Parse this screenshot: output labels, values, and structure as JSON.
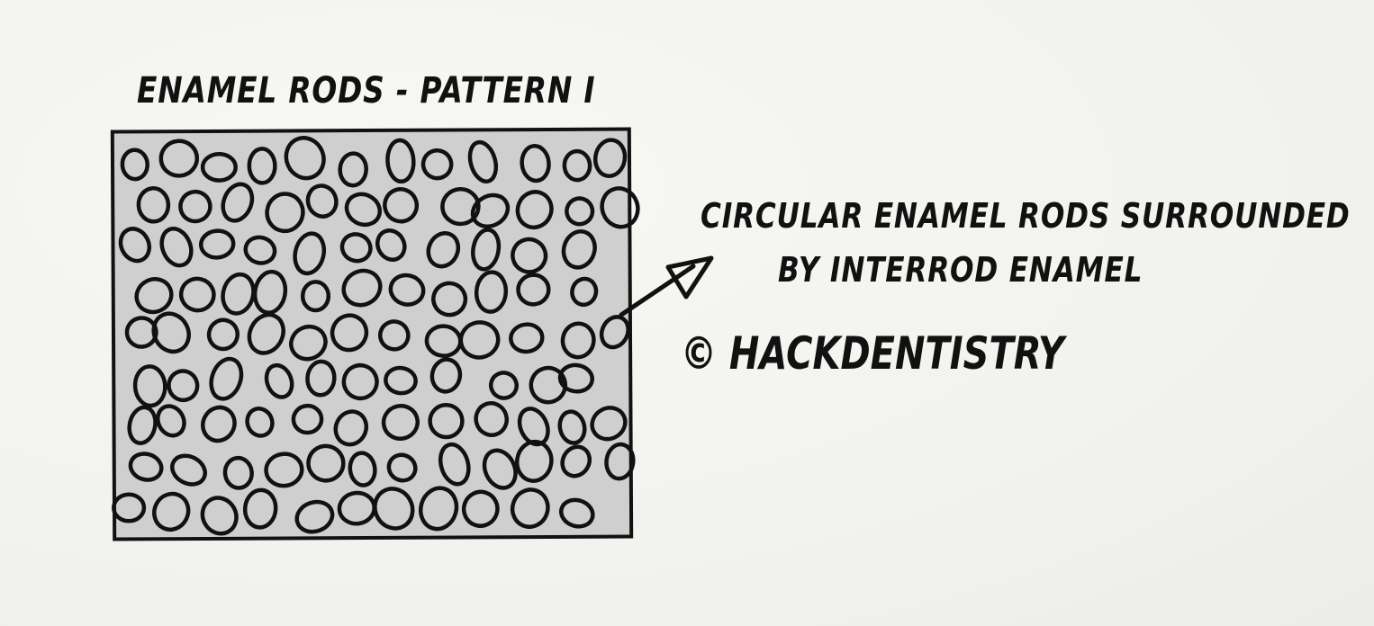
{
  "title": "ENAMEL RODS - PATTERN I",
  "annotation": {
    "line1": "CIRCULAR ENAMEL RODS SURROUNDED",
    "line2": "BY INTERROD ENAMEL"
  },
  "copyright": "© HACKDENTISTRY",
  "colors": {
    "background": "#f3f3ef",
    "box_fill": "#cfcfcf",
    "ink": "#111111"
  },
  "icons": [
    "arrow-icon"
  ]
}
